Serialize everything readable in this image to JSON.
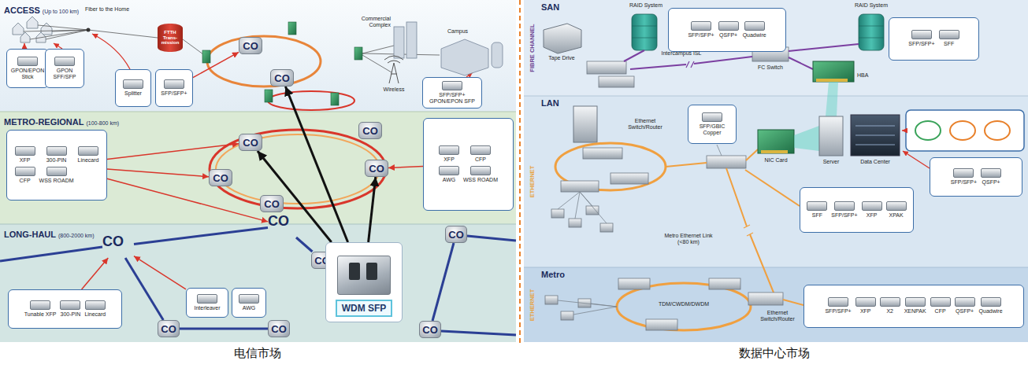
{
  "diagram": {
    "nodes": [
      {
        "text": [
          "ACCESS",
          "(Up to 100 km)"
        ]
      },
      {
        "text": [
          "METRO-REGIONAL",
          "(100-800 km)"
        ]
      },
      {
        "text": [
          "LONG-HAUL",
          "(800-2000 km)"
        ]
      },
      {
        "text": [
          "GPON/EPON Stick"
        ],
        "in": 0
      },
      {
        "text": [
          "GPON SFF/SFP"
        ],
        "in": 0
      },
      {
        "text": [
          "FTTH Trans-mission"
        ],
        "in": 0
      },
      {
        "text": [
          "Splitter"
        ],
        "in": 0
      },
      {
        "text": [
          "SFP/SFP+"
        ],
        "in": 0
      },
      {
        "text": [
          "CO"
        ],
        "in": 0
      },
      {
        "text": [
          "CO"
        ],
        "in": 0
      },
      {
        "text": [
          "SFP/SFP+ GPON/EPON SFP"
        ],
        "in": 0
      },
      {
        "text": [
          "XFP",
          "300-PIN",
          "Linecard",
          "CFP",
          "WSS ROADM"
        ],
        "in": 1
      },
      {
        "text": [
          "CO"
        ],
        "in": 1
      },
      {
        "text": [
          "CO"
        ],
        "in": 1
      },
      {
        "text": [
          "CO"
        ],
        "in": 1
      },
      {
        "text": [
          "CO"
        ],
        "in": 1
      },
      {
        "text": [
          "CO"
        ],
        "in": 1
      },
      {
        "text": [
          "XFP",
          "CFP",
          "AWG",
          "WSS ROADM"
        ],
        "in": 1
      },
      {
        "text": [
          "CO"
        ],
        "in": 2
      },
      {
        "text": [
          "CO"
        ],
        "in": 2
      },
      {
        "text": [
          "CO"
        ],
        "in": 2
      },
      {
        "text": [
          "CO"
        ],
        "in": 2
      },
      {
        "text": [
          "CO"
        ],
        "in": 2
      },
      {
        "text": [
          "CO"
        ],
        "in": 2
      },
      {
        "text": [
          "CO"
        ],
        "in": 2
      },
      {
        "text": [
          "Interleaver"
        ],
        "in": 2
      },
      {
        "text": [
          "AWG"
        ],
        "in": 2
      },
      {
        "text": [
          "WDM SFP"
        ],
        "in": 2
      },
      {
        "text": [
          "Tunable XFP",
          "300-PIN",
          "Linecard"
        ],
        "in": 2
      },
      {
        "text": [
          "SAN",
          "FIBRE CHANNEL"
        ]
      },
      {
        "text": [
          "LAN",
          "ETHERNET"
        ]
      },
      {
        "text": [
          "Metro",
          "ETHERNET"
        ]
      },
      {
        "text": [
          "SFP/SFP+",
          "QSFP+",
          "Quadwire"
        ],
        "in": 29
      },
      {
        "text": [
          "SFP/SFP+",
          "SFF"
        ],
        "in": 29
      },
      {
        "text": [
          "SFP/GBIC Copper"
        ],
        "in": 30
      },
      {
        "text": [
          "SFF",
          "SFP/SFP+",
          "XFP",
          "XPAK"
        ],
        "in": 30
      },
      {
        "text": [
          "SFP/SFP+",
          "QSFP+"
        ],
        "in": 30
      },
      {
        "text": [
          "SFP/SFP+",
          "XFP",
          "X2",
          "XENPAK",
          "CFP",
          "QSFP+",
          "Quadwire"
        ],
        "in": 31
      }
    ],
    "edges": [
      {
        "from": 7,
        "to": 8,
        "arrow": "to"
      },
      {
        "from": 11,
        "to": 12,
        "arrow": "to"
      },
      {
        "from": 11,
        "to": 13,
        "arrow": "to"
      },
      {
        "from": 11,
        "to": 18,
        "arrow": "to"
      },
      {
        "from": 17,
        "to": 15,
        "arrow": "to"
      },
      {
        "from": 28,
        "to": 19,
        "arrow": "to"
      },
      {
        "from": 25,
        "to": 19,
        "arrow": "to"
      },
      {
        "from": 27,
        "to": 9,
        "arrow": "to"
      },
      {
        "from": 27,
        "to": 12,
        "arrow": "to"
      },
      {
        "from": 27,
        "to": 15,
        "arrow": "to"
      },
      {
        "from": 19,
        "to": 20,
        "arrow": "none"
      },
      {
        "from": 20,
        "to": 21,
        "arrow": "none"
      },
      {
        "from": 18,
        "to": 19,
        "arrow": "none"
      },
      {
        "from": 18,
        "to": 22,
        "arrow": "none"
      },
      {
        "from": 23,
        "to": 24,
        "arrow": "none"
      }
    ],
    "labels": [
      "Fiber to the Home",
      "Commercial Complex",
      "Campus",
      "Wireless",
      "Tape Drive",
      "RAID System",
      "Intercampus ISL",
      "FC Switch",
      "HBA",
      "RAID System",
      "Ethernet Switch/Router",
      "NIC Card",
      "Server",
      "Data Center",
      "Metro Ethernet Link (<80 km)",
      "TDM/CWDM/DWDM",
      "Ethernet Switch/Router",
      "电信市场",
      "数据中心市场"
    ]
  }
}
